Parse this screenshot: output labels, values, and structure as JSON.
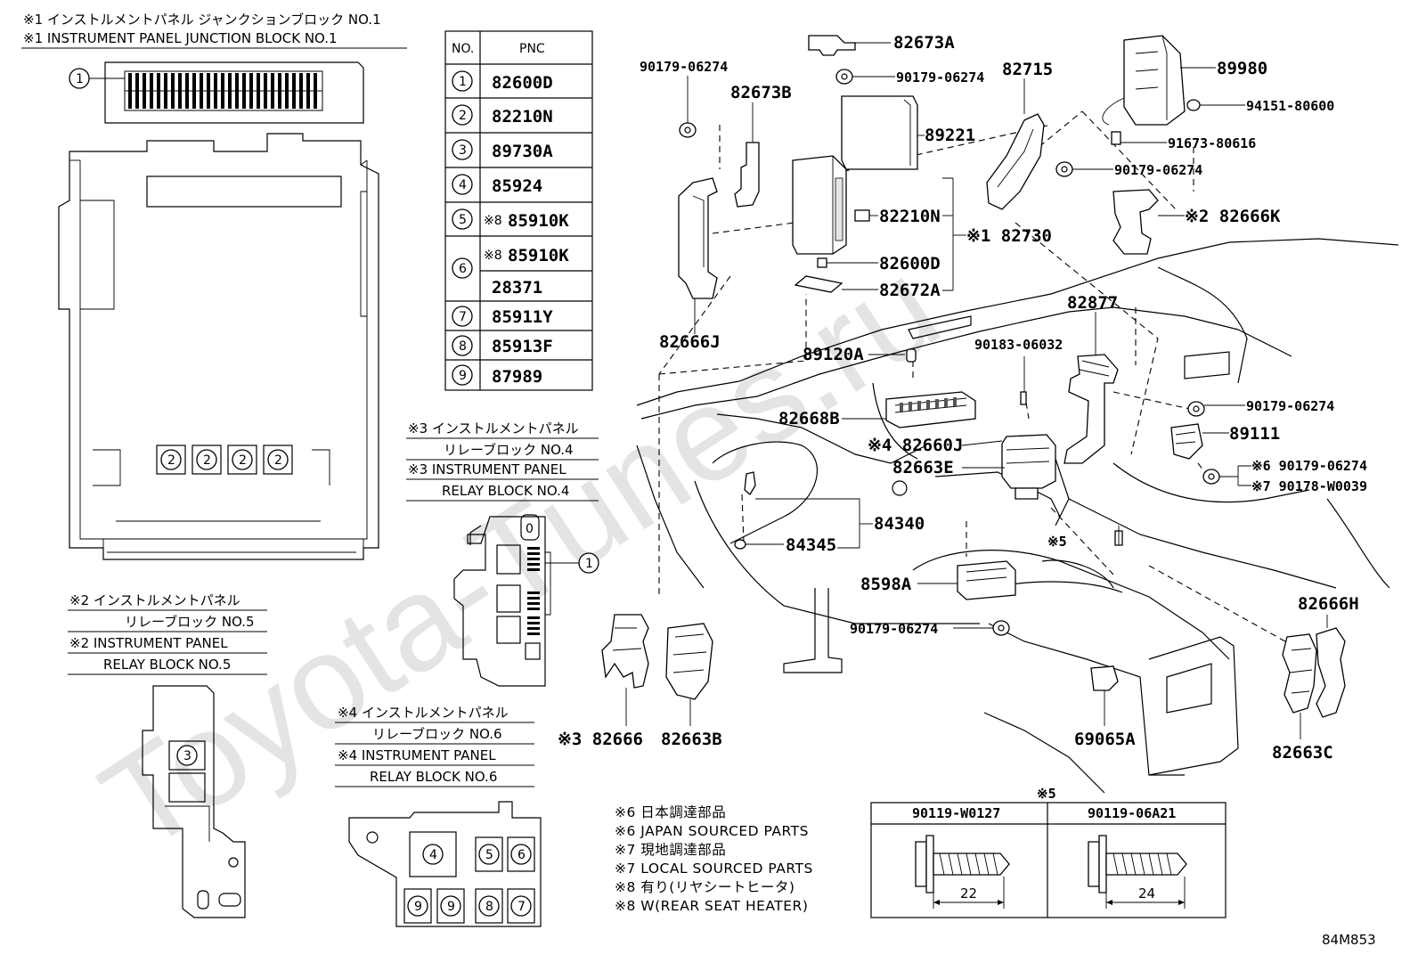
{
  "watermark": "Toyota-Tunes.ru",
  "figure_code": "84M853",
  "junction_block": {
    "title_jp": "※1 インストルメントパネル ジャンクションブロック NO.1",
    "title_en": "※1 INSTRUMENT PANEL JUNCTION BLOCK NO.1"
  },
  "relay_block_4": {
    "title_jp": "※3 インストルメントパネル",
    "title_jp2": "リレーブロック NO.4",
    "title_en": "※3 INSTRUMENT PANEL",
    "title_en2": "RELAY BLOCK NO.4"
  },
  "relay_block_5": {
    "title_jp": "※2 インストルメントパネル",
    "title_jp2": "リレーブロック NO.5",
    "title_en": "※2 INSTRUMENT PANEL",
    "title_en2": "RELAY BLOCK NO.5"
  },
  "relay_block_6": {
    "title_jp": "※4 インストルメントパネル",
    "title_jp2": "リレーブロック NO.6",
    "title_en": "※4 INSTRUMENT PANEL",
    "title_en2": "RELAY BLOCK NO.6"
  },
  "pnc_table": {
    "col_no": "NO.",
    "col_pnc": "PNC",
    "rows": [
      {
        "no": "1",
        "pnc": "82600D",
        "mark": ""
      },
      {
        "no": "2",
        "pnc": "82210N",
        "mark": ""
      },
      {
        "no": "3",
        "pnc": "89730A",
        "mark": ""
      },
      {
        "no": "4",
        "pnc": "85924",
        "mark": ""
      },
      {
        "no": "5",
        "pnc": "85910K",
        "mark": "※8"
      },
      {
        "no": "6",
        "pnc": "85910K",
        "mark": "※8",
        "pnc2": "28371"
      },
      {
        "no": "7",
        "pnc": "85911Y",
        "mark": ""
      },
      {
        "no": "8",
        "pnc": "85913F",
        "mark": ""
      },
      {
        "no": "9",
        "pnc": "87989",
        "mark": ""
      }
    ]
  },
  "callouts": {
    "c82673A": "82673A",
    "c90179a": "90179-06274",
    "c90179b": "90179-06274",
    "c82673B": "82673B",
    "c89221": "89221",
    "c82715": "82715",
    "c89980": "89980",
    "c94151": "94151-80600",
    "c91673": "91673-80616",
    "c90179c": "90179-06274",
    "c82666K": "※2 82666K",
    "c82210N": "82210N",
    "c82730": "※1 82730",
    "c82600D": "82600D",
    "c82672A": "82672A",
    "c82666J": "82666J",
    "c82877": "82877",
    "c89120A": "89120A",
    "c90183": "90183-06032",
    "c90179d": "90179-06274",
    "c82668B": "82668B",
    "c82660J": "※4 82660J",
    "c89111": "89111",
    "c82663E": "82663E",
    "c90179e": "※6 90179-06274",
    "c90178": "※7 90178-W0039",
    "c84340": "84340",
    "c84345": "84345",
    "c5mark": "※5",
    "c8598A": "8598A",
    "c90179f": "90179-06274",
    "c82666H": "82666H",
    "c82666": "※3 82666",
    "c82663B": "82663B",
    "c69065A": "69065A",
    "c82663C": "82663C"
  },
  "legend": [
    "※6 日本調達部品",
    "※6 JAPAN SOURCED PARTS",
    "※7 現地調達部品",
    "※7 LOCAL SOURCED PARTS",
    "※8 有り(リヤシートヒータ)",
    "※8 W(REAR SEAT HEATER)"
  ],
  "bolt_table": {
    "mark": "※5",
    "col1": "90119-W0127",
    "col2": "90119-06A21",
    "len1": "22",
    "len2": "24"
  },
  "circle_numbers": {
    "jb_1": "1",
    "jb_2a": "2",
    "jb_2b": "2",
    "jb_2c": "2",
    "jb_2d": "2",
    "rb4_0": "0",
    "rb4_1": "1",
    "rb5_3": "3",
    "rb6_4": "4",
    "rb6_5": "5",
    "rb6_6": "6",
    "rb6_9a": "9",
    "rb6_9b": "9",
    "rb6_8": "8",
    "rb6_7": "7"
  }
}
